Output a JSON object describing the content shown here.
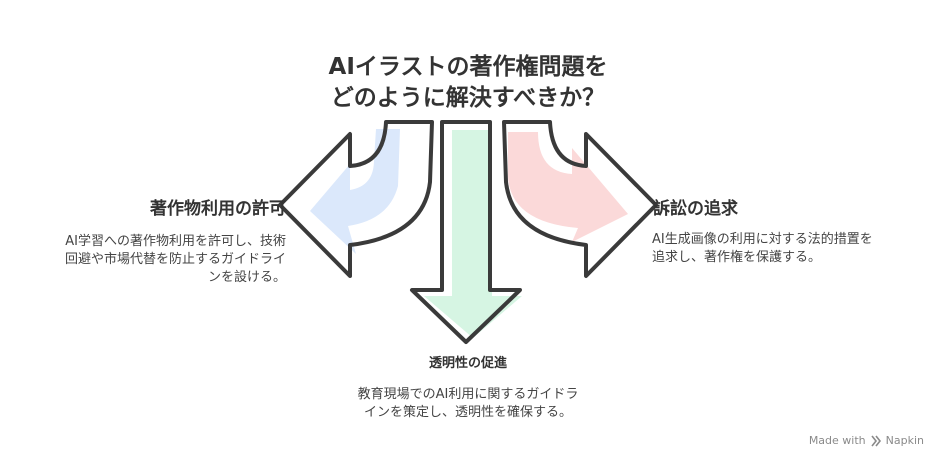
{
  "title": {
    "line1": "AIイラストの著作権問題を",
    "line2": "どのように解決すべきか？"
  },
  "options": [
    {
      "heading": "著作物利用の許可",
      "description": [
        "AI学習への著作物利用を許可し、技術",
        "回避や市場代替を防止するガイドライ",
        "ンを設ける。"
      ],
      "color": "#dbe8fb"
    },
    {
      "heading": "透明性の促進",
      "description": [
        "教育現場でのAI利用に関するガイドラ",
        "インを策定し、透明性を確保する。"
      ],
      "color": "#d6f5e3"
    },
    {
      "heading": "訴訟の追求",
      "description": [
        "AI生成画像の利用に対する法的措置を",
        "追求し、著作権を保護する。"
      ],
      "color": "#fbd9d9"
    }
  ],
  "footer": {
    "made_with": "Made with",
    "brand": "Napkin"
  },
  "colors": {
    "outline": "#3a3a3a"
  }
}
